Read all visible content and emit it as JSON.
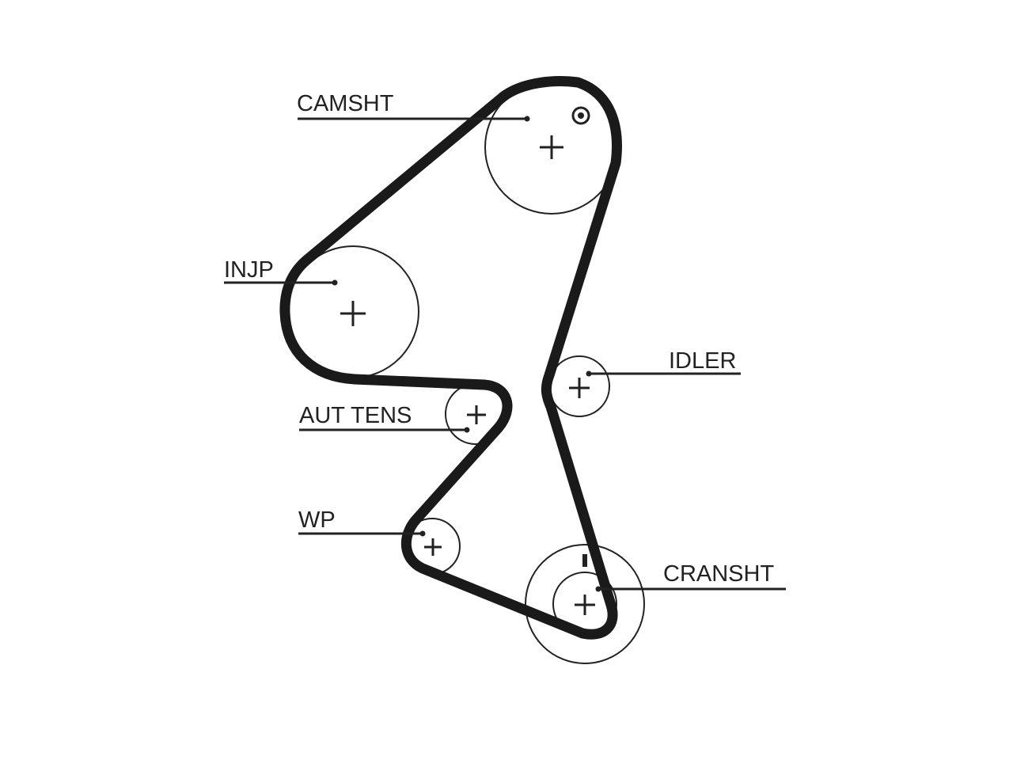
{
  "diagram": {
    "line_color": "#222222",
    "belt_color": "#1a1a1a",
    "labels": {
      "camshaft": "CAMSHT",
      "injection_pump": "INJP",
      "idler": "IDLER",
      "auto_tensioner": "AUT TENS",
      "water_pump": "WP",
      "crankshaft": "CRANSHT"
    }
  }
}
